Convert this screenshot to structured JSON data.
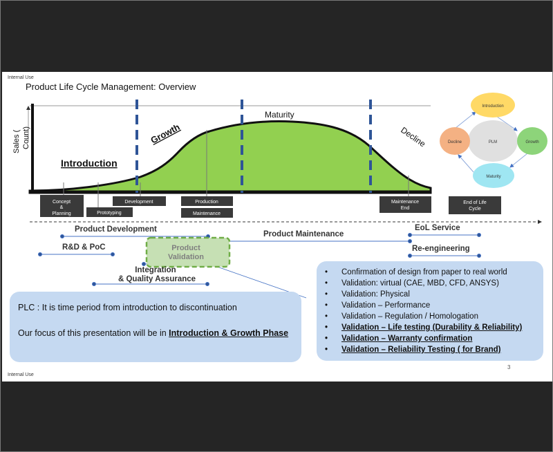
{
  "slide": {
    "header_label": "Internal Use",
    "footer_label": "Internal Use",
    "title": "Product Life Cycle Management: Overview",
    "slide_number": "3"
  },
  "curve": {
    "y_axis_label_1": "Sales (",
    "y_axis_label_2": "Count)",
    "phases": {
      "introduction": "Introduction",
      "growth": "Growth",
      "maturity": "Maturity",
      "decline": "Decline"
    },
    "milestones": [
      {
        "line1": "Concept",
        "line2": "&",
        "line3": "Planning"
      },
      {
        "line1": "Prototyping"
      },
      {
        "line1": "Development"
      },
      {
        "line1": "Production"
      },
      {
        "line1": "Maintenance"
      },
      {
        "line1": "Maintenance",
        "line2": "End"
      },
      {
        "line1": "End of Life",
        "line2": "Cycle"
      }
    ]
  },
  "cycle": {
    "center": "PLM",
    "introduction": "Introduction",
    "growth": "Growth",
    "maturity": "Maturity",
    "decline": "Decline",
    "colors": {
      "introduction": "#ffd966",
      "growth": "#8dd47a",
      "maturity": "#9fe6f2",
      "decline": "#f4b183",
      "center": "#e0e0e0"
    }
  },
  "timeline": {
    "product_development": "Product Development",
    "product_maintenance": "Product Maintenance",
    "eol_service": "EoL Service",
    "re_engineering": "Re-engineering",
    "rd_poc": "R&D & PoC",
    "product_validation_1": "Product",
    "product_validation_2": "Validation",
    "integration_1": "Integration",
    "integration_2": "& Quality Assurance"
  },
  "plc_box": {
    "definition": "PLC : It is time period from introduction to discontinuation",
    "focus_prefix": "Our focus of this presentation will be in ",
    "focus_bold": "Introduction & Growth Phase"
  },
  "validation_box": {
    "items": [
      "Confirmation of design from paper to real world",
      "Validation: virtual (CAE, MBD, CFD, ANSYS)",
      "Validation: Physical",
      "Validation – Performance",
      "Validation – Regulation / Homologation",
      "Validation – Life testing (Durability & Reliability)",
      "Validation – Warranty confirmation",
      "Validation – Reliability Testing ( for Brand)"
    ]
  },
  "colors": {
    "green_fill": "#92d050",
    "dash_blue": "#2f5597",
    "box_blue": "#c5d9f1",
    "milestone_box": "#3a3a3a"
  }
}
